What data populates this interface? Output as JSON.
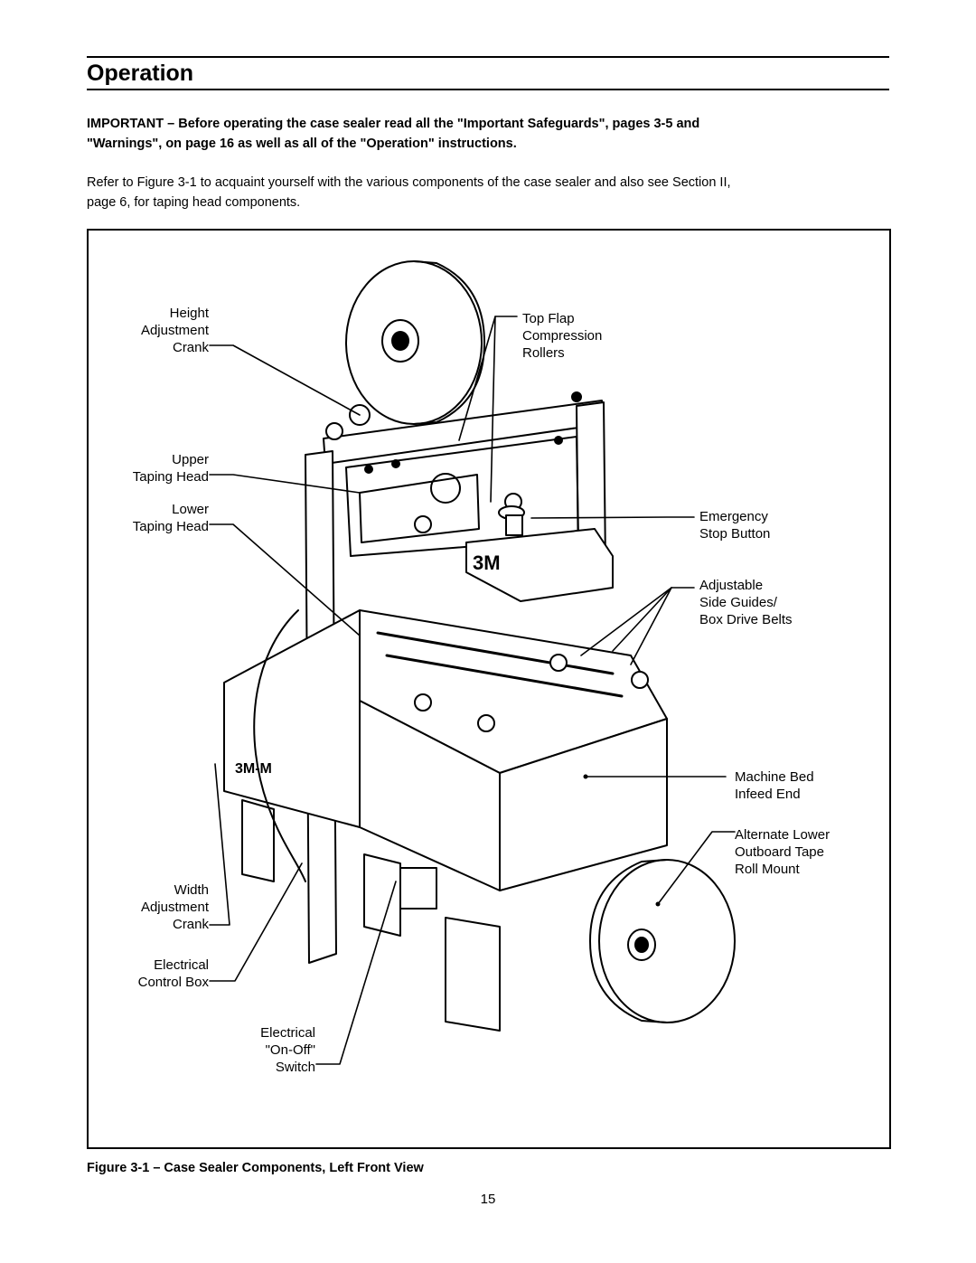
{
  "section_title": "Operation",
  "important_lines": [
    "IMPORTANT – Before operating the case sealer read all the \"Important Safeguards\", pages 3-5 and",
    "\"Warnings\", on page 16 as well as all of the \"Operation\" instructions."
  ],
  "refer_lines": [
    "Refer to Figure 3-1 to acquaint yourself with the various components of the case sealer and also see Section II,",
    "page 6, for taping head components."
  ],
  "figure": {
    "callouts": {
      "height_crank": [
        "Height",
        "Adjustment",
        "Crank"
      ],
      "upper_head": [
        "Upper",
        "Taping Head"
      ],
      "lower_head": [
        "Lower",
        "Taping Head"
      ],
      "width_crank": [
        "Width",
        "Adjustment",
        "Crank"
      ],
      "control_box": [
        "Electrical",
        "Control Box"
      ],
      "on_off": [
        "Electrical",
        "\"On-Off\"",
        "Switch"
      ],
      "top_flap": [
        "Top Flap",
        "Compression",
        "Rollers"
      ],
      "emergency": [
        "Emergency",
        "Stop Button"
      ],
      "side_guides": [
        "Adjustable",
        "Side Guides/",
        "Box Drive Belts"
      ],
      "machine_bed": [
        "Machine Bed",
        "Infeed End"
      ],
      "alt_lower": [
        "Alternate Lower",
        "Outboard Tape",
        "Roll Mount"
      ]
    },
    "brand_marks": [
      "3M",
      "3M-M"
    ],
    "caption": "Figure 3-1 – Case Sealer Components, Left Front View"
  },
  "page_number": "15"
}
